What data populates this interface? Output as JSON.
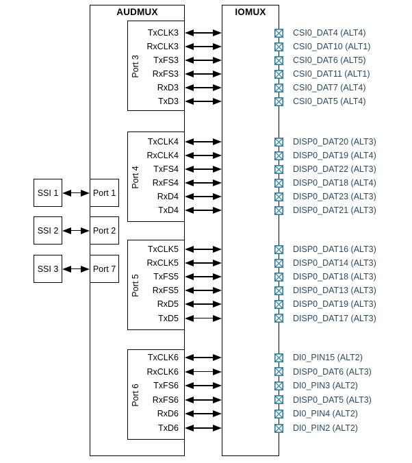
{
  "diagram": {
    "audmux_title": "AUDMUX",
    "iomux_title": "IOMUX",
    "colors": {
      "pad_icon": "#2d7f9d",
      "pad_label_text": "#274a68",
      "line": "#000000",
      "background": "#ffffff"
    },
    "ssi_links": [
      {
        "ssi": "SSI 1",
        "port": "Port 1"
      },
      {
        "ssi": "SSI 2",
        "port": "Port 2"
      },
      {
        "ssi": "SSI 3",
        "port": "Port 7"
      }
    ],
    "port_groups": [
      {
        "name": "Port 3",
        "rows": [
          {
            "signal": "TxCLK3",
            "pad": "CSI0_DAT4 (ALT4)"
          },
          {
            "signal": "RxCLK3",
            "pad": "CSI0_DAT10 (ALT1)"
          },
          {
            "signal": "TxFS3",
            "pad": "CSI0_DAT6 (ALT5)"
          },
          {
            "signal": "RxFS3",
            "pad": "CSI0_DAT11 (ALT1)"
          },
          {
            "signal": "RxD3",
            "pad": "CSI0_DAT7 (ALT4)"
          },
          {
            "signal": "TxD3",
            "pad": "CSI0_DAT5 (ALT4)"
          }
        ]
      },
      {
        "name": "Port 4",
        "rows": [
          {
            "signal": "TxCLK4",
            "pad": "DISP0_DAT20 (ALT3)"
          },
          {
            "signal": "RxCLK4",
            "pad": "DISP0_DAT19 (ALT4)"
          },
          {
            "signal": "TxFS4",
            "pad": "DISP0_DAT22 (ALT3)"
          },
          {
            "signal": "RxFS4",
            "pad": "DISP0_DAT18 (ALT4)"
          },
          {
            "signal": "RxD4",
            "pad": "DISP0_DAT23 (ALT3)"
          },
          {
            "signal": "TxD4",
            "pad": "DISP0_DAT21 (ALT3)"
          }
        ]
      },
      {
        "name": "Port 5",
        "rows": [
          {
            "signal": "TxCLK5",
            "pad": "DISP0_DAT16 (ALT3)"
          },
          {
            "signal": "RxCLK5",
            "pad": "DISP0_DAT14 (ALT3)"
          },
          {
            "signal": "TxFS5",
            "pad": "DISP0_DAT18 (ALT3)"
          },
          {
            "signal": "RxFS5",
            "pad": "DISP0_DAT13 (ALT3)"
          },
          {
            "signal": "RxD5",
            "pad": "DISP0_DAT19 (ALT3)"
          },
          {
            "signal": "TxD5",
            "pad": "DISP0_DAT17 (ALT3)"
          }
        ]
      },
      {
        "name": "Port 6",
        "rows": [
          {
            "signal": "TxCLK6",
            "pad": "DI0_PIN15 (ALT2)"
          },
          {
            "signal": "RxCLK6",
            "pad": "DISP0_DAT6 (ALT3)"
          },
          {
            "signal": "TxFS6",
            "pad": "DI0_PIN3 (ALT2)"
          },
          {
            "signal": "RxFS6",
            "pad": "DISP0_DAT5 (ALT3)"
          },
          {
            "signal": "RxD6",
            "pad": "DI0_PIN4 (ALT2)"
          },
          {
            "signal": "TxD6",
            "pad": "DI0_PIN2 (ALT2)"
          }
        ]
      }
    ]
  }
}
